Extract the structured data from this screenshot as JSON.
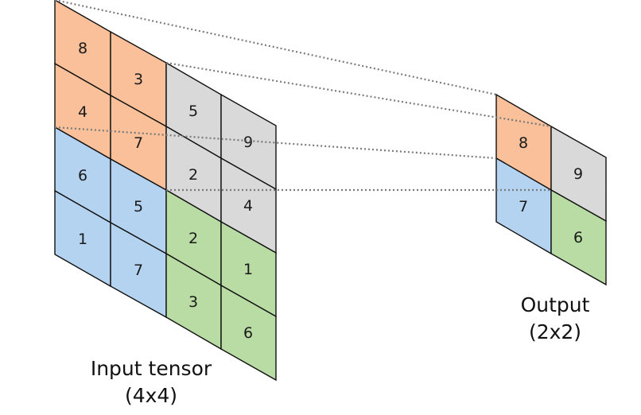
{
  "colors": {
    "orange": "#f9c09a",
    "gray": "#d9d9d9",
    "blue": "#b4d3f0",
    "green": "#b9dba4"
  },
  "input": {
    "label_line1": "Input tensor",
    "label_line2": "(4x4)",
    "cells": [
      [
        "8",
        "3",
        "5",
        "9"
      ],
      [
        "4",
        "7",
        "2",
        "4"
      ],
      [
        "6",
        "5",
        "2",
        "1"
      ],
      [
        "1",
        "7",
        "3",
        "6"
      ]
    ],
    "cell_colors": [
      [
        "orange",
        "orange",
        "gray",
        "gray"
      ],
      [
        "orange",
        "orange",
        "gray",
        "gray"
      ],
      [
        "blue",
        "blue",
        "green",
        "green"
      ],
      [
        "blue",
        "blue",
        "green",
        "green"
      ]
    ]
  },
  "output": {
    "label_line1": "Output",
    "label_line2": "(2x2)",
    "cells": [
      [
        "8",
        "9"
      ],
      [
        "7",
        "6"
      ]
    ],
    "cell_colors": [
      [
        "orange",
        "gray"
      ],
      [
        "blue",
        "green"
      ]
    ]
  }
}
